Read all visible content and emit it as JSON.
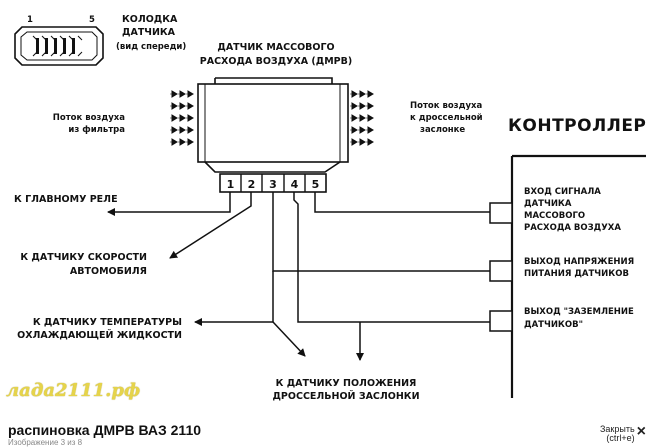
{
  "labels": {
    "connector": [
      "КОЛОДКА",
      "ДАТЧИКА",
      "(вид спереди)"
    ],
    "connector_pin_first": "1",
    "connector_pin_last": "5",
    "sensor_title": [
      "ДАТЧИК МАССОВОГО",
      "РАСХОДА ВОЗДУХА (ДМРВ)"
    ],
    "airflow_in": [
      "Поток воздуха",
      "из фильтра"
    ],
    "airflow_out": [
      "Поток воздуха",
      "к дроссельной",
      "заслонке"
    ],
    "controller": "КОНТРОЛЛЕР",
    "pins": [
      "1",
      "2",
      "3",
      "4",
      "5"
    ],
    "to_main_relay": "К ГЛАВНОМУ РЕЛЕ",
    "to_speed_sensor": [
      "К ДАТЧИКУ СКОРОСТИ",
      "АВТОМОБИЛЯ"
    ],
    "to_temp_sensor": [
      "К ДАТЧИКУ ТЕМПЕРАТУРЫ",
      "ОХЛАЖДАЮЩЕЙ ЖИДКОСТИ"
    ],
    "to_throttle_sensor": [
      "К ДАТЧИКУ ПОЛОЖЕНИЯ",
      "ДРОССЕЛЬНОЙ ЗАСЛОНКИ"
    ],
    "ctrl_input_signal": [
      "ВХОД СИГНАЛА",
      "ДАТЧИКА",
      "МАССОВОГО",
      "РАСХОДА ВОЗДУХА"
    ],
    "ctrl_supply_output": [
      "ВЫХОД НАПРЯЖЕНИЯ",
      "ПИТАНИЯ ДАТЧИКОВ"
    ],
    "ctrl_ground_output": [
      "ВЫХОД \"ЗАЗЕМЛЕНИЕ",
      "ДАТЧИКОВ\""
    ]
  },
  "watermark": "лада2111.рф",
  "caption": "распиновка ДМРВ ВАЗ 2110",
  "counter": "Изображение 3 из 8",
  "close_label": "Закрыть",
  "close_shortcut": "(ctrl+e)",
  "close_icon": "×"
}
